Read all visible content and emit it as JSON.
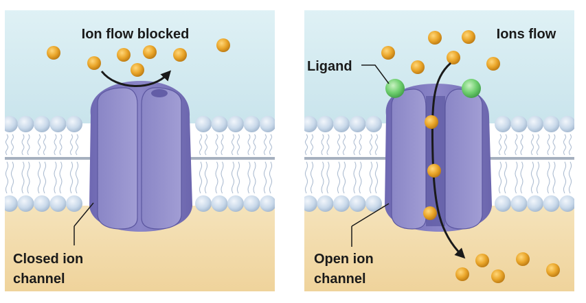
{
  "left_panel": {
    "title": "Ion flow blocked",
    "label_line1": "Closed ion",
    "label_line2": "channel"
  },
  "right_panel": {
    "title": "Ions flow",
    "ligand_label": "Ligand",
    "label_line1": "Open ion",
    "label_line2": "channel"
  },
  "colors": {
    "sky": "#d3ebf1",
    "cytoplasm": "#f0d9a8",
    "head": "#c7d8ea",
    "tail": "#eef3f8",
    "protein": "#7f7bc0",
    "protein_dark": "#6a64ad",
    "ion": "#e8a92a",
    "ligand": "#63c56a",
    "arrow": "#1a1a1a"
  }
}
